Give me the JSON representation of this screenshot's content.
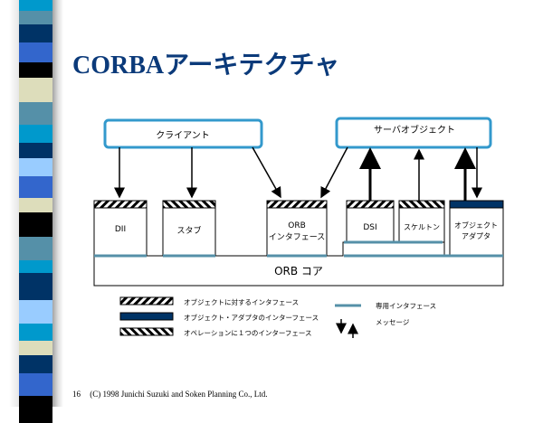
{
  "title": "CORBAアーキテクチャ",
  "diagram": {
    "client": "クライアント",
    "server": "サーバオブジェクト",
    "dii": "DII",
    "stub": "スタブ",
    "orb_if_line1": "ORB",
    "orb_if_line2": "インタフェース",
    "dsi": "DSI",
    "skeleton": "スケルトン",
    "adapter_line1": "オブジェクト",
    "adapter_line2": "アダプタ",
    "orb_core": "ORB コア"
  },
  "legend": {
    "object_interface": "オブジェクトに対するインタフェース",
    "adapter_interface": "オブジェクト・アダプタのインターフェース",
    "operation_interface": "オペレーションに１つのインターフェース",
    "private_interface": "専用インタフェース",
    "message": "メッセージ"
  },
  "footer": {
    "page": "16",
    "copyright": "(C) 1998  Junichi Suzuki and Soken Planning Co., Ltd."
  },
  "colors": {
    "accent": "#3399cc",
    "teal": "#5590a8",
    "navy": "#003366",
    "title": "#0b3a7a"
  }
}
